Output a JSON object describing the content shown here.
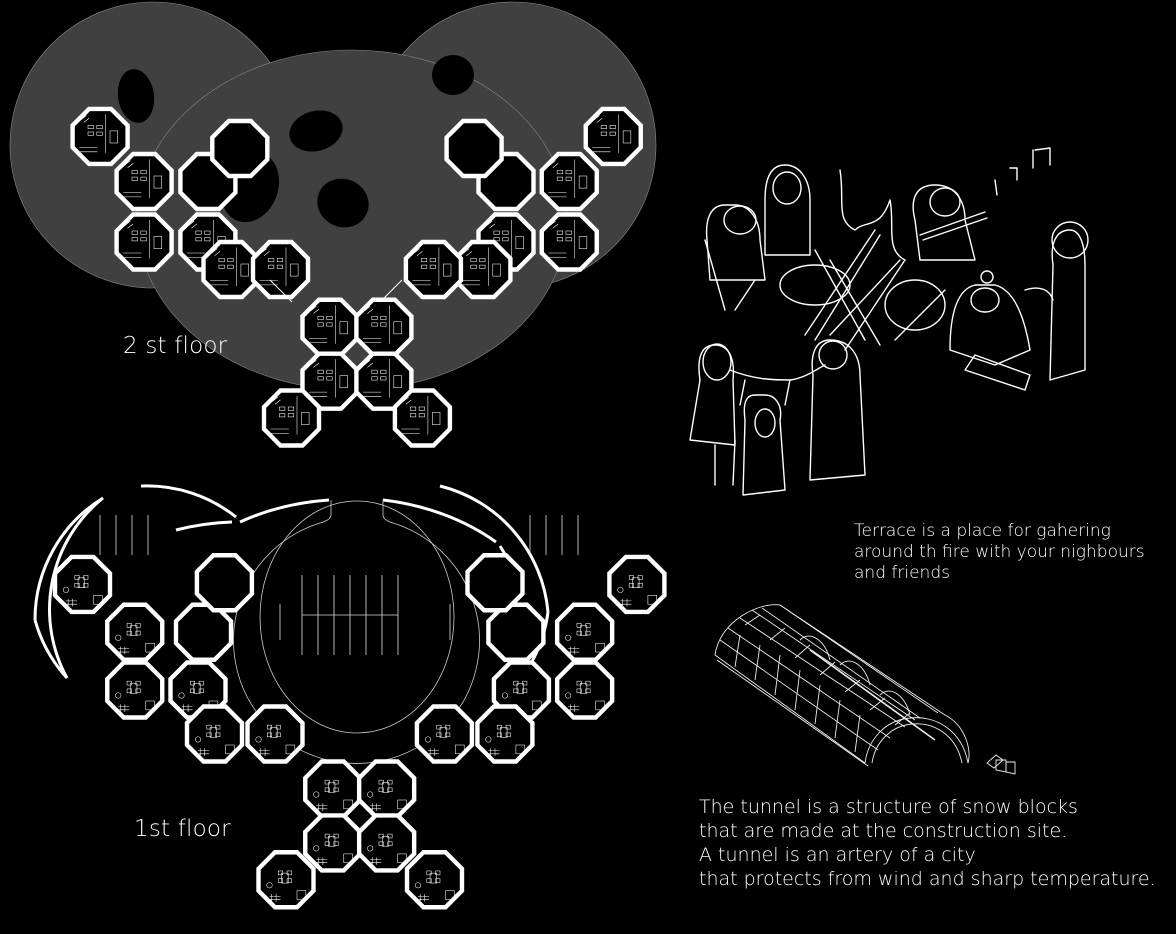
{
  "colors": {
    "background": "#000000",
    "terrace_fill": "#404040",
    "line": "#ffffff"
  },
  "plans": {
    "second_floor": {
      "label": "2 st floor"
    },
    "first_floor": {
      "label": "1st floor"
    }
  },
  "terrace_sketch": {
    "icon": "campfire-people-sketch",
    "caption": [
      "Terrace is a place for gahering",
      "around th fire with your nighbours",
      "and friends"
    ]
  },
  "tunnel_sketch": {
    "icon": "snow-block-tunnel-sketch",
    "caption": [
      "The tunnel is a structure of snow blocks",
      "that are made at the construction site.",
      "A tunnel is an artery of a city",
      "that protects from wind and sharp temperature."
    ]
  }
}
